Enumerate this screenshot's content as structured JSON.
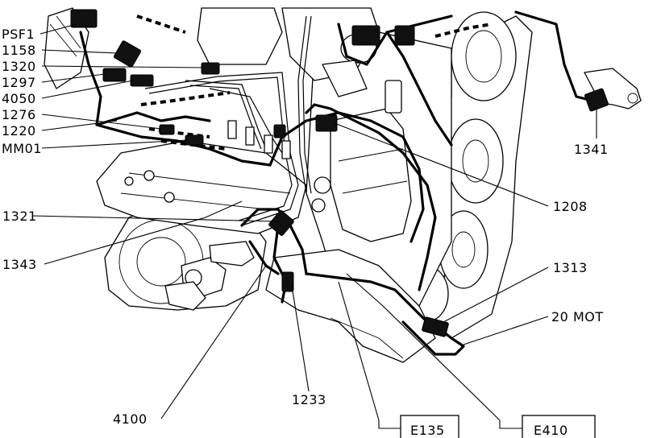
{
  "labels": {
    "psf1": "PSF1",
    "l1158": "1158",
    "l1320": "1320",
    "l1297": "1297",
    "l4050": "4050",
    "l1276": "1276",
    "l1220": "1220",
    "mm01": "MM01",
    "l1321": "1321",
    "l1343": "1343",
    "l4100": "4100",
    "l1233": "1233",
    "l1341": "1341",
    "l1208": "1208",
    "l1313": "1313",
    "l20mot": "20 MOT",
    "e135": "E135",
    "e410": "E410"
  }
}
